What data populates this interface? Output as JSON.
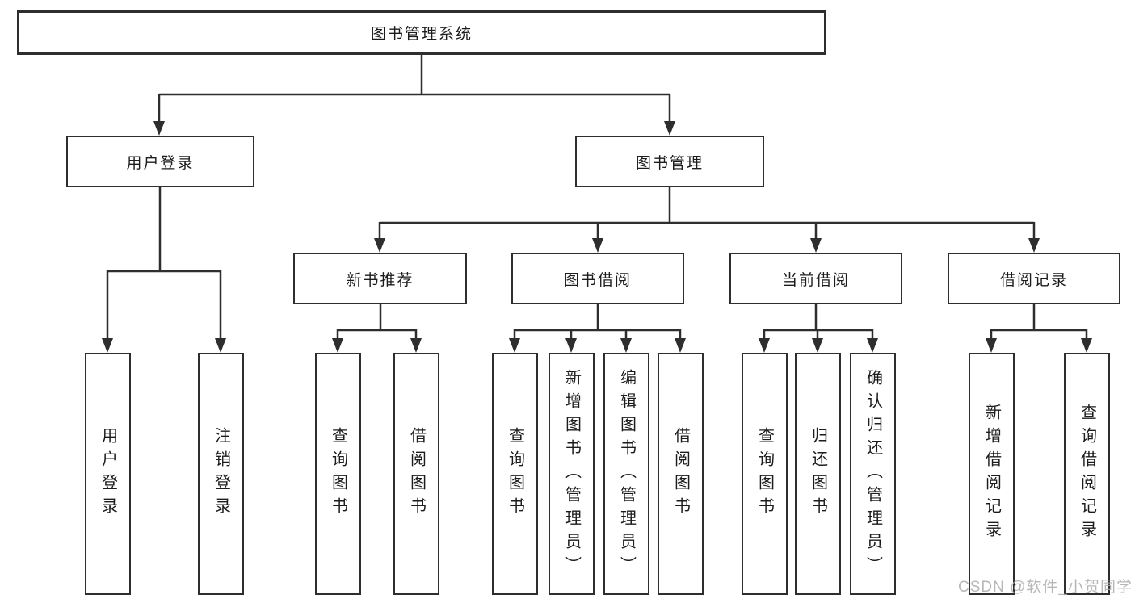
{
  "diagram": {
    "root": {
      "label": "图书管理系统"
    },
    "level2": [
      {
        "id": "user-login",
        "label": "用户登录"
      },
      {
        "id": "book-management",
        "label": "图书管理"
      }
    ],
    "level3": [
      {
        "id": "new-book-recommend",
        "label": "新书推荐"
      },
      {
        "id": "book-borrow",
        "label": "图书借阅"
      },
      {
        "id": "current-borrow",
        "label": "当前借阅"
      },
      {
        "id": "borrow-records",
        "label": "借阅记录"
      }
    ],
    "leaves": {
      "user_login": [
        "用户登录",
        "注销登录"
      ],
      "new_book": [
        "查询图书",
        "借阅图书"
      ],
      "book_borrow": [
        "查询图书",
        "新增图书（管理员）",
        "编辑图书（管理员）",
        "借阅图书"
      ],
      "current_borrow": [
        "查询图书",
        "归还图书",
        "确认归还（管理员）"
      ],
      "borrow_record": [
        "新增借阅记录",
        "查询借阅记录"
      ]
    }
  },
  "watermark": {
    "text": "CSDN @软件_小贺同学"
  },
  "colors": {
    "line": "#2e2e2e",
    "box_border": "#2e2e2e",
    "text": "#1c1c1c",
    "watermark": "#ababab",
    "background": "#ffffff"
  }
}
